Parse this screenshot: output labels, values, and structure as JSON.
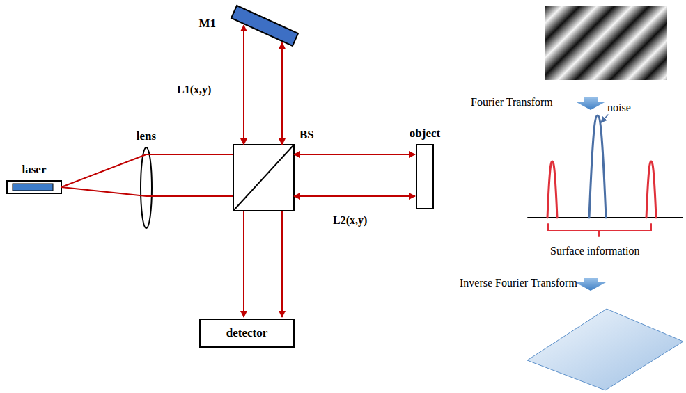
{
  "diagram": {
    "nodes": [
      {
        "text": [
          "laser"
        ]
      },
      {
        "text": [
          "lens"
        ]
      },
      {
        "text": [
          "BS"
        ]
      },
      {
        "text": [
          "M1"
        ]
      },
      {
        "text": [
          "object"
        ]
      },
      {
        "text": [
          "detector"
        ]
      }
    ],
    "edges": [
      {
        "from": 0,
        "to": 1,
        "arrow": "none"
      },
      {
        "from": 1,
        "to": 2,
        "arrow": "none"
      },
      {
        "from": 2,
        "to": 4,
        "arrow": "both"
      },
      {
        "from": 2,
        "to": 3,
        "arrow": "both"
      },
      {
        "from": 2,
        "to": 5,
        "arrow": "to"
      }
    ],
    "labels": [
      "L1(x,y)",
      "L2(x,y)",
      "Fourier Transform",
      "noise",
      "Surface information",
      "Inverse Fourier Transform"
    ]
  }
}
